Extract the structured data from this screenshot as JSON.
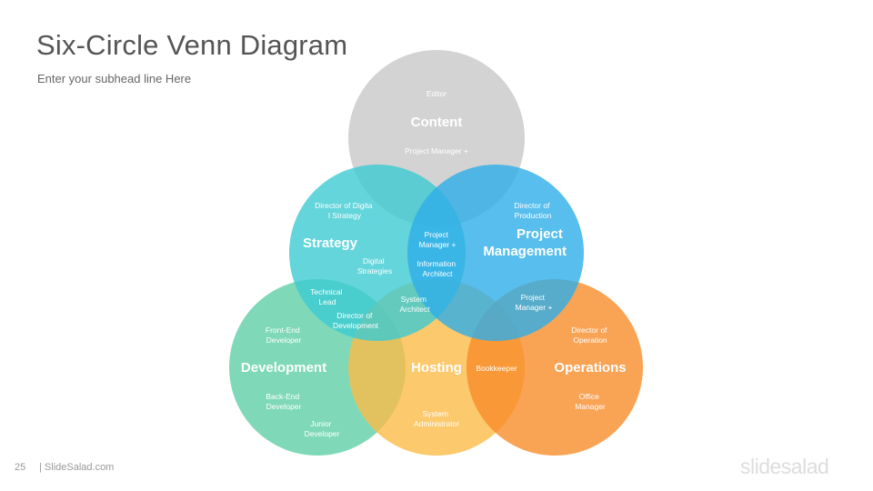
{
  "title": "Six-Circle Venn Diagram",
  "subtitle": "Enter your subhead  line Here",
  "colors": {
    "content": "#c8c8c8",
    "strategy": "#3ccbd2",
    "project_management": "#2eaee9",
    "development": "#5fcfa7",
    "hosting": "#fbbb47",
    "operations": "#f88c2a"
  },
  "circles": [
    {
      "key": "content",
      "label": "Content",
      "roles": [
        "Editor",
        "Project Manager +"
      ]
    },
    {
      "key": "strategy",
      "label": "Strategy",
      "roles": [
        "Director of Digital Strategy",
        "Digital Strategies"
      ]
    },
    {
      "key": "project_management",
      "label": "Project Management",
      "roles": [
        "Director of Production"
      ]
    },
    {
      "key": "development",
      "label": "Development",
      "roles": [
        "Front-End Developer",
        "Back-End Developer",
        "Junior Developer"
      ]
    },
    {
      "key": "hosting",
      "label": "Hosting",
      "roles": [
        "System Administrator"
      ]
    },
    {
      "key": "operations",
      "label": "Operations",
      "roles": [
        "Director of Operation",
        "Office Manager"
      ]
    }
  ],
  "overlaps": {
    "content_strategy_pm": [
      "Project Manager +",
      "Information Architect"
    ],
    "strategy_development": [
      "Technical Lead",
      "Director of Development"
    ],
    "strategy_pm_hosting": [
      "System Architect"
    ],
    "pm_operations": [
      "Project Manager +"
    ],
    "hosting_operations": [
      "Bookkeeper"
    ]
  },
  "footer": {
    "page_number": "25",
    "site": "| SlideSalad.com",
    "logo": "slidesalad"
  }
}
